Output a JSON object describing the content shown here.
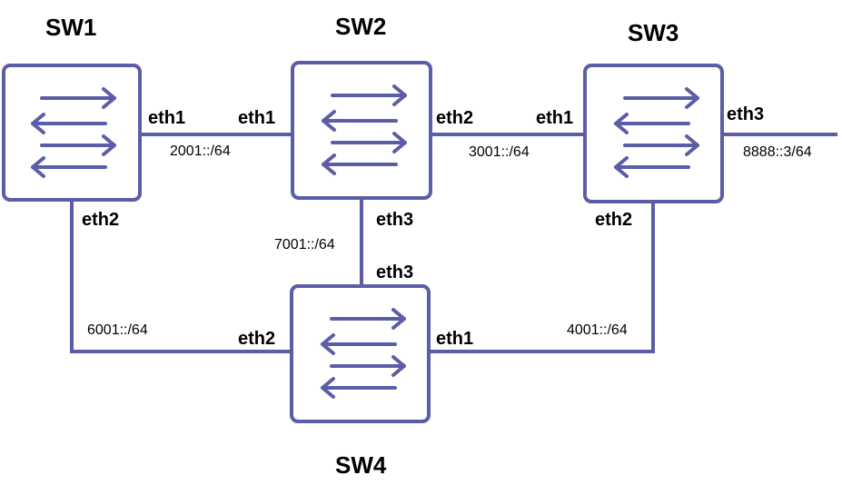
{
  "colors": {
    "stroke": "#5b5ea6",
    "text": "#000000",
    "background": "#ffffff"
  },
  "icon": "switch-icon",
  "switches": [
    {
      "id": "sw1",
      "label": "SW1"
    },
    {
      "id": "sw2",
      "label": "SW2"
    },
    {
      "id": "sw3",
      "label": "SW3"
    },
    {
      "id": "sw4",
      "label": "SW4"
    }
  ],
  "ports": {
    "sw1_eth1": "eth1",
    "sw1_eth2": "eth2",
    "sw2_eth1": "eth1",
    "sw2_eth2": "eth2",
    "sw2_eth3": "eth3",
    "sw3_eth1": "eth1",
    "sw3_eth2": "eth2",
    "sw3_eth3": "eth3",
    "sw4_eth1": "eth1",
    "sw4_eth2": "eth2",
    "sw4_eth3": "eth3"
  },
  "links": [
    {
      "from": "SW1",
      "to": "SW2",
      "subnet": "2001::/64"
    },
    {
      "from": "SW2",
      "to": "SW3",
      "subnet": "3001::/64"
    },
    {
      "from": "SW3",
      "to": "SW4",
      "subnet": "4001::/64"
    },
    {
      "from": "SW1",
      "to": "SW4",
      "subnet": "6001::/64"
    },
    {
      "from": "SW2",
      "to": "SW4",
      "subnet": "7001::/64"
    },
    {
      "from": "SW3",
      "to": "",
      "subnet": "8888::3/64"
    }
  ]
}
